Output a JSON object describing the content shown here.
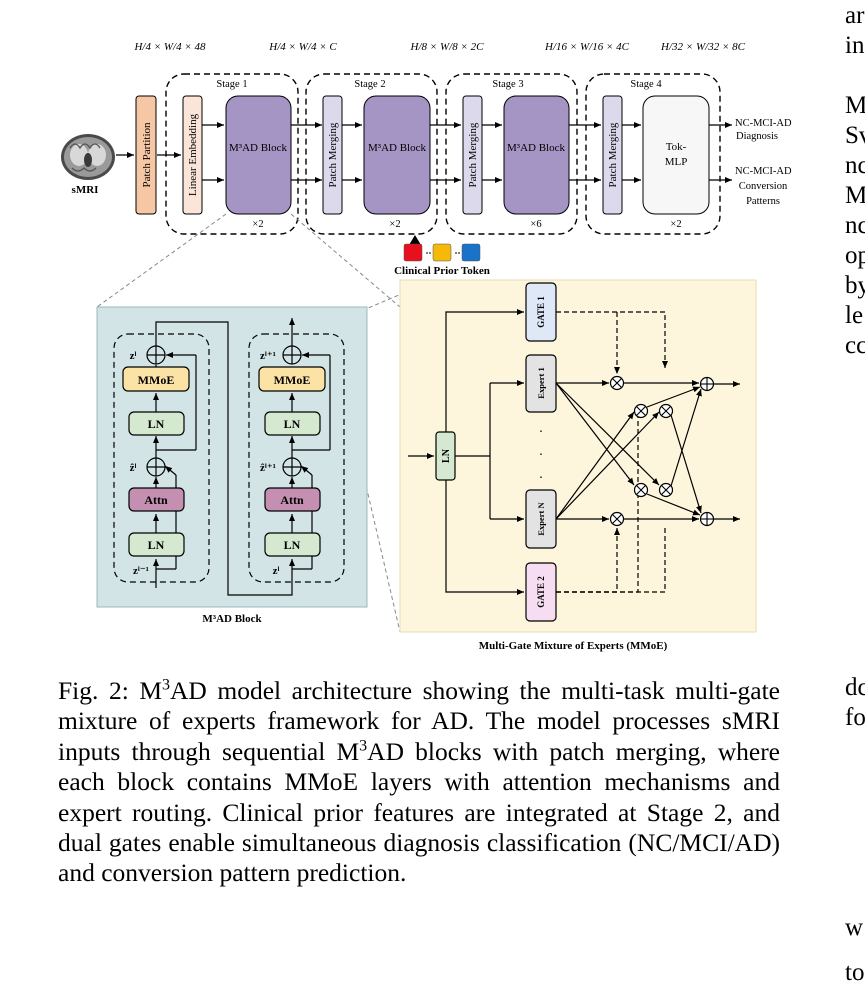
{
  "figure": {
    "input_label": "sMRI",
    "patch_partition": "Patch Partition",
    "linear_embedding": "Linear Embedding",
    "patch_merging": "Patch Merging",
    "block_label": "M³AD Block",
    "tok_mlp": [
      "Tok-",
      "MLP"
    ],
    "stages": [
      {
        "label": "Stage 1",
        "repeat": "×2"
      },
      {
        "label": "Stage 2",
        "repeat": "×2"
      },
      {
        "label": "Stage 3",
        "repeat": "×6"
      },
      {
        "label": "Stage 4",
        "repeat": "×2"
      }
    ],
    "dims": [
      "H/4 × W/4 × 48",
      "H/4 × W/4 × C",
      "H/8 × W/8 × 2C",
      "H/16 × W/16 × 4C",
      "H/32 × W/32 × 8C"
    ],
    "outputs": {
      "diagnosis": [
        "NC-MCI-AD",
        "Diagnosis"
      ],
      "conversion": [
        "NC-MCI-AD",
        "Conversion",
        "Patterns"
      ]
    },
    "clinical_prior_token": "Clinical Prior Token",
    "token_colors": [
      "#e8101e",
      "#f5b90a",
      "#1a72c9"
    ],
    "block_detail": {
      "title": "M³AD Block",
      "mmoe": "MMoE",
      "ln": "LN",
      "attn": "Attn",
      "left_vars": {
        "top": "zˡ",
        "mid": "ẑˡ",
        "bottom": "zˡ⁻¹"
      },
      "right_vars": {
        "top": "zˡ⁺¹",
        "mid": "ẑˡ⁺¹",
        "bottom": "zˡ"
      }
    },
    "mmoe_detail": {
      "title": "Multi-Gate Mixture of Experts (MMoE)",
      "ln": "LN",
      "gate1": "GATE 1",
      "gate2": "GATE 2",
      "expert1": "Expert 1",
      "expertN": "Expert N"
    },
    "colors": {
      "patch_partition": "#f6c7a4",
      "linear_embedding": "#fbe4d8",
      "block": "#a595c4",
      "patch_merging": "#ddd9ec",
      "mmoe": "#fbe3a5",
      "ln": "#d5e8d0",
      "attn": "#c48fb0",
      "block_panel": "#d2e4e6",
      "mmoe_panel": "#fdf6dc",
      "gate1": "#dfe8f7",
      "gate2": "#f7ddf1",
      "expert": "#e3e3e3"
    }
  },
  "caption": {
    "lead": "Fig. 2: M",
    "sup": "3",
    "text1": "AD model architecture showing the multi-task multi-gate mixture of experts framework for AD. The model processes sMRI inputs through sequential M",
    "sup2": "3",
    "text2": "AD blocks with patch merging, where each block contains MMoE layers with attention mechanisms and expert routing. Clinical prior features are integrated at Stage 2, and dual gates enable simultaneous diagnosis classification (NC/MCI/AD) and conversion pattern prediction."
  },
  "right_column": {
    "lines_top": [
      "ar",
      "in"
    ],
    "lines_mid": [
      "M",
      "Sv",
      "nc",
      "M",
      "nc",
      "op",
      "by",
      "le",
      "cc"
    ],
    "lines_low": [
      "dc",
      "fo"
    ],
    "lines_bottom": [
      "w",
      "to"
    ]
  }
}
